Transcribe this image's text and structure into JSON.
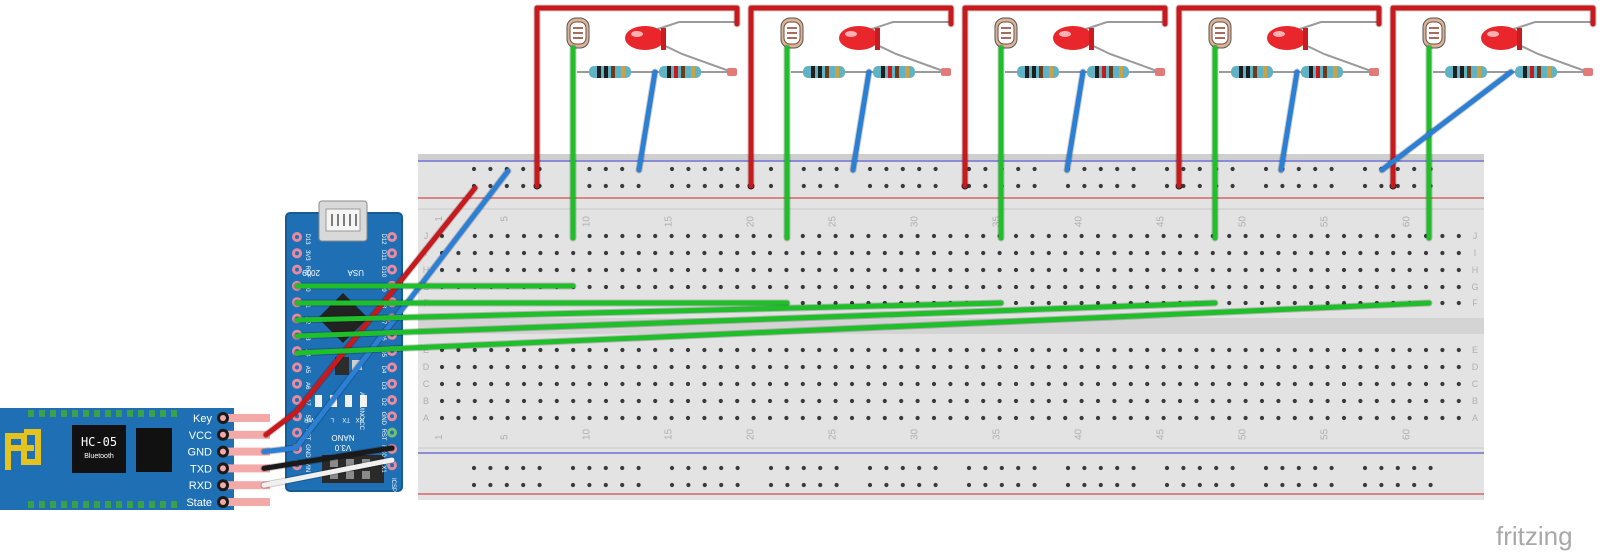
{
  "breadboard": {
    "column_numbers_top": [
      "1",
      "5",
      "10",
      "15",
      "20",
      "25",
      "30",
      "35",
      "40",
      "45",
      "50",
      "55",
      "60"
    ],
    "column_numbers_bottom": [
      "1",
      "5",
      "10",
      "15",
      "20",
      "25",
      "30",
      "35",
      "40",
      "45",
      "50",
      "55",
      "60"
    ],
    "row_letters_top": [
      "J",
      "I",
      "H",
      "G",
      "F"
    ],
    "row_letters_bottom": [
      "E",
      "D",
      "C",
      "B",
      "A"
    ]
  },
  "arduino": {
    "title": "NANO",
    "version": "V3.0",
    "brand": "ARDUINO.CC",
    "year": "2009",
    "country": "USA",
    "left_labels": [
      "D13",
      "3V3",
      "REF",
      "A0",
      "A1",
      "A2",
      "A3",
      "A4",
      "A5",
      "A6",
      "A7",
      "5V",
      "RST",
      "GND",
      "VIN"
    ],
    "right_labels": [
      "D12",
      "D11",
      "D10",
      "D9",
      "D8",
      "D7",
      "D6",
      "D5",
      "D4",
      "D3",
      "D2",
      "GND",
      "RST",
      "RX0",
      "TX1"
    ],
    "led_labels": [
      "PWR",
      "L",
      "TX",
      "RX"
    ],
    "icsp_label": "ICSP"
  },
  "hc05": {
    "title": "HC-05",
    "subtitle": "Bluetooth",
    "pins": [
      "Key",
      "VCC",
      "GND",
      "TXD",
      "RXD",
      "State"
    ]
  },
  "watermark": "fritzing",
  "colors": {
    "wire_red": "#c8191c",
    "wire_green": "#1fbf2a",
    "wire_blue": "#2b7fd4",
    "board_blue": "#1f6fb4",
    "led_red": "#e8262b",
    "breadboard": "#dedede"
  }
}
